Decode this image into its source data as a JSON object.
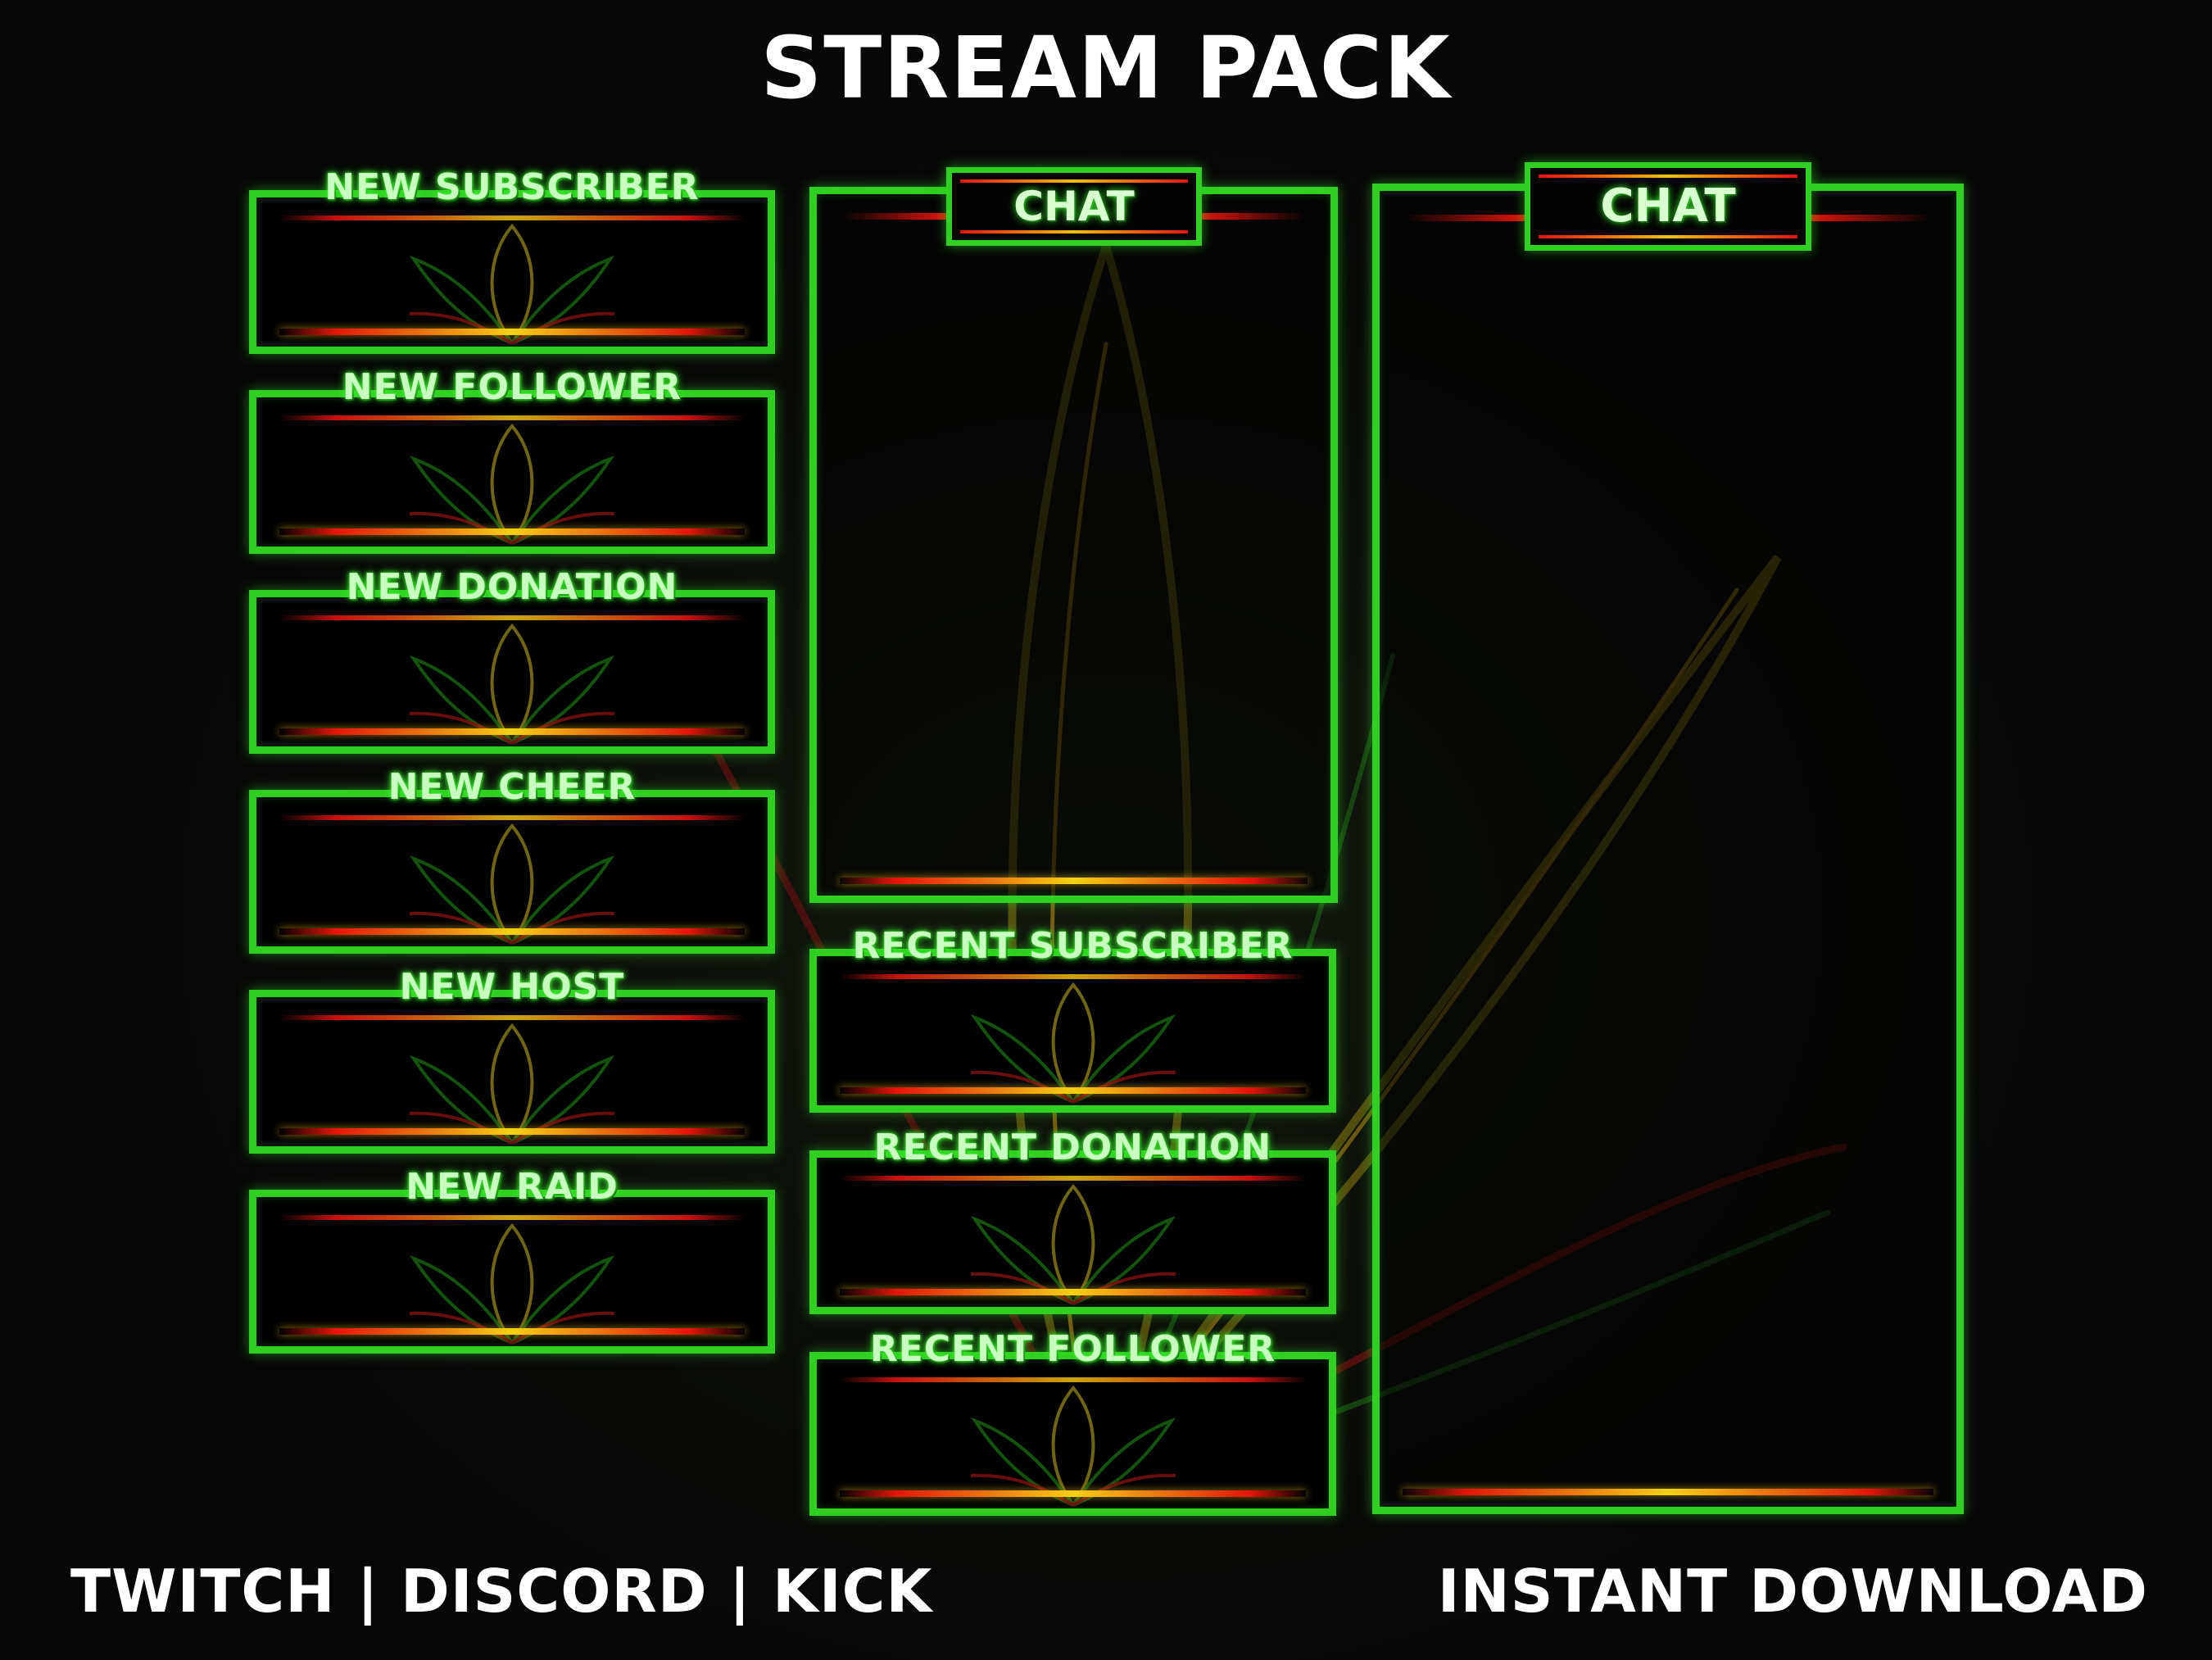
{
  "header": {
    "title": "STREAM PACK"
  },
  "alerts": [
    {
      "label": "NEW SUBSCRIBER"
    },
    {
      "label": "NEW FOLLOWER"
    },
    {
      "label": "NEW DONATION"
    },
    {
      "label": "NEW CHEER"
    },
    {
      "label": "NEW HOST"
    },
    {
      "label": "NEW RAID"
    }
  ],
  "recent": [
    {
      "label": "RECENT SUBSCRIBER"
    },
    {
      "label": "RECENT DONATION"
    },
    {
      "label": "RECENT FOLLOWER"
    }
  ],
  "chat_small": {
    "label": "CHAT"
  },
  "chat_large": {
    "label": "CHAT"
  },
  "footer": {
    "platforms": "TWITCH | DISCORD | KICK",
    "download": "INSTANT DOWNLOAD"
  },
  "colors": {
    "frame_green": "#2fd021",
    "label_glow": "#37e82a",
    "stripe_red": "#e6140a",
    "stripe_yellow": "#f0c010",
    "background": "#070707"
  },
  "icons": {
    "panel_decoration": "leaf-icon"
  }
}
